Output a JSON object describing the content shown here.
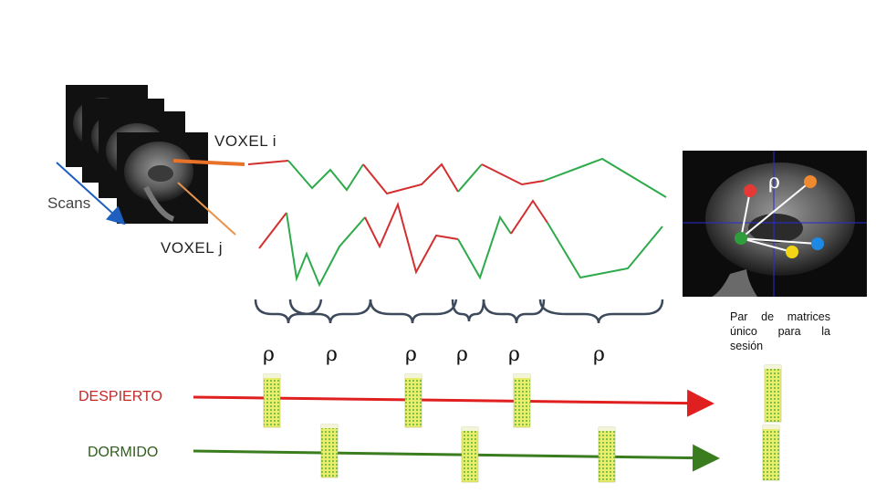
{
  "labels": {
    "scans": "Scans",
    "voxel_i": "VOXEL i",
    "voxel_j": "VOXEL j",
    "awake": "DESPIERTO",
    "asleep": "DORMIDO",
    "caption": "Par de matrices único para la sesión",
    "brain_rho": "ρ"
  },
  "rho_symbols": [
    "ρ",
    "ρ",
    "ρ",
    "ρ",
    "ρ",
    "ρ"
  ],
  "colors": {
    "awake": "#e02020",
    "asleep": "#3a7d1e",
    "signal_red": "#d32f2f",
    "signal_green": "#2eaa4a",
    "brace": "#3d4a5c",
    "scans_arrow": "#1f5fbf",
    "voxel_i_line": "#e8722a",
    "voxel_j_line": "#e8944a"
  },
  "icons": [
    "brain-mri-stack",
    "brain-mri-sagittal",
    "correlation-matrix-icon",
    "curly-brace-icon",
    "arrow-right-icon"
  ],
  "matrix_row_labels": {
    "awake": "awake-window-matrices",
    "asleep": "asleep-window-matrices"
  }
}
